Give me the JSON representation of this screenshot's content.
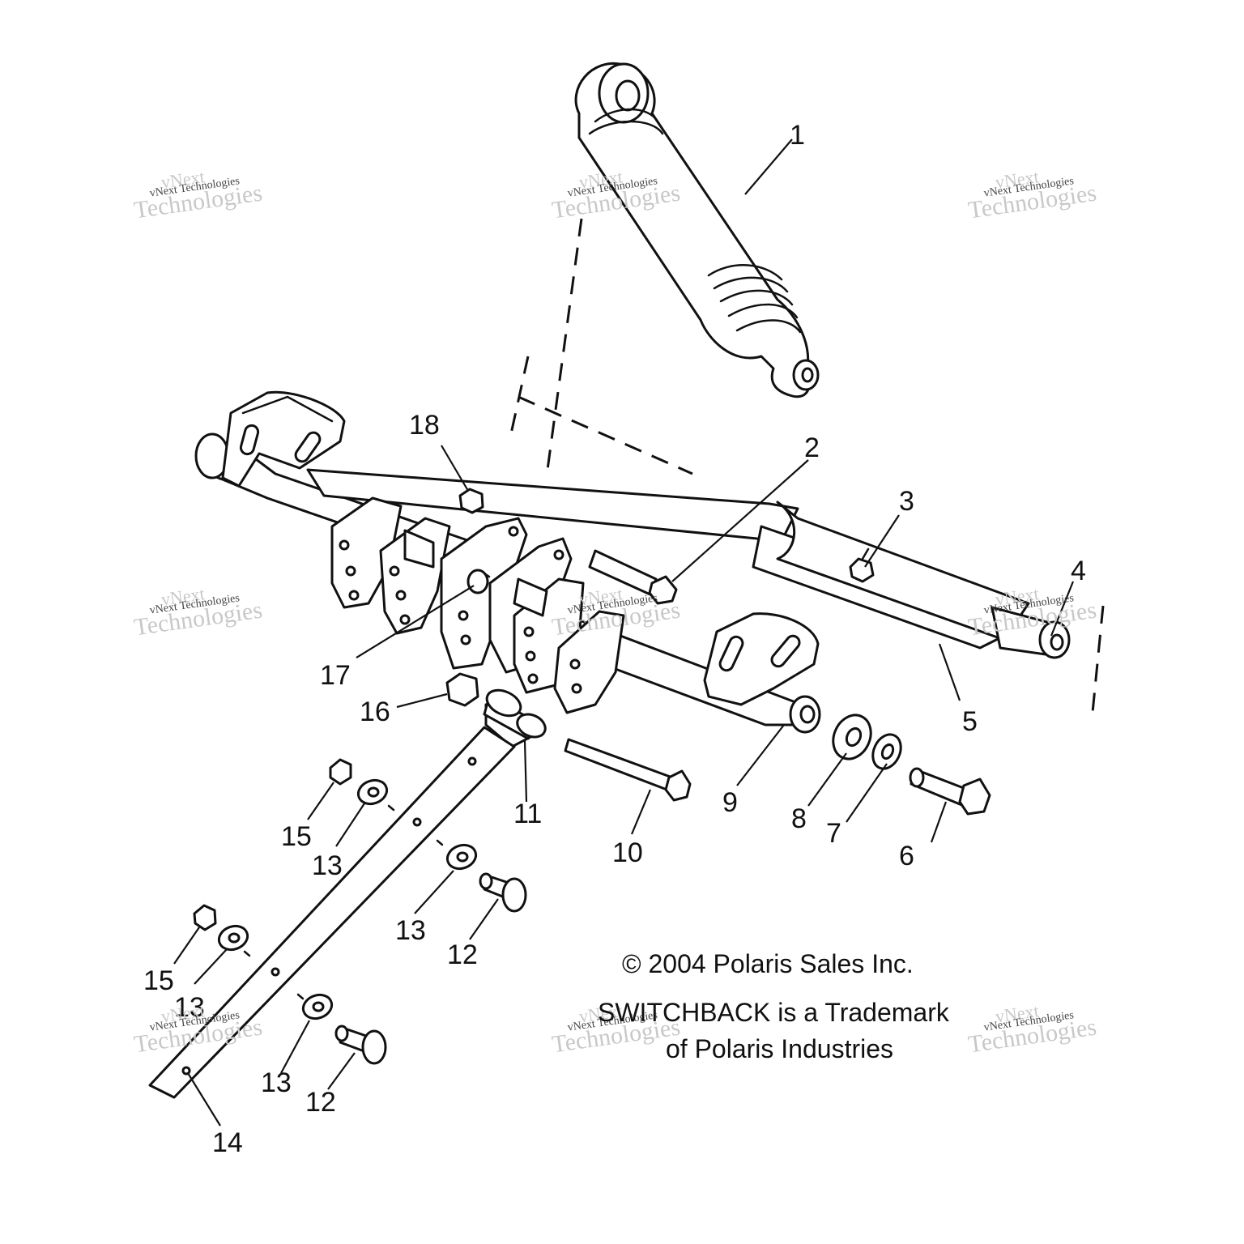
{
  "callouts": [
    "1",
    "2",
    "3",
    "4",
    "5",
    "6",
    "7",
    "8",
    "9",
    "10",
    "11",
    "12",
    "12",
    "13",
    "13",
    "13",
    "13",
    "14",
    "15",
    "15",
    "16",
    "17",
    "18"
  ],
  "copyright": {
    "line1": "© 2004 Polaris Sales Inc.",
    "line2": "SWITCHBACK is a Trademark",
    "line3": "of Polaris Industries"
  },
  "watermark": {
    "brand_top": "vNext",
    "brand_small": "vNext Technologies",
    "brand_bottom": "Technologies"
  },
  "colors": {
    "line": "#111111",
    "watermark": "#c8c8c8",
    "background": "#ffffff"
  }
}
